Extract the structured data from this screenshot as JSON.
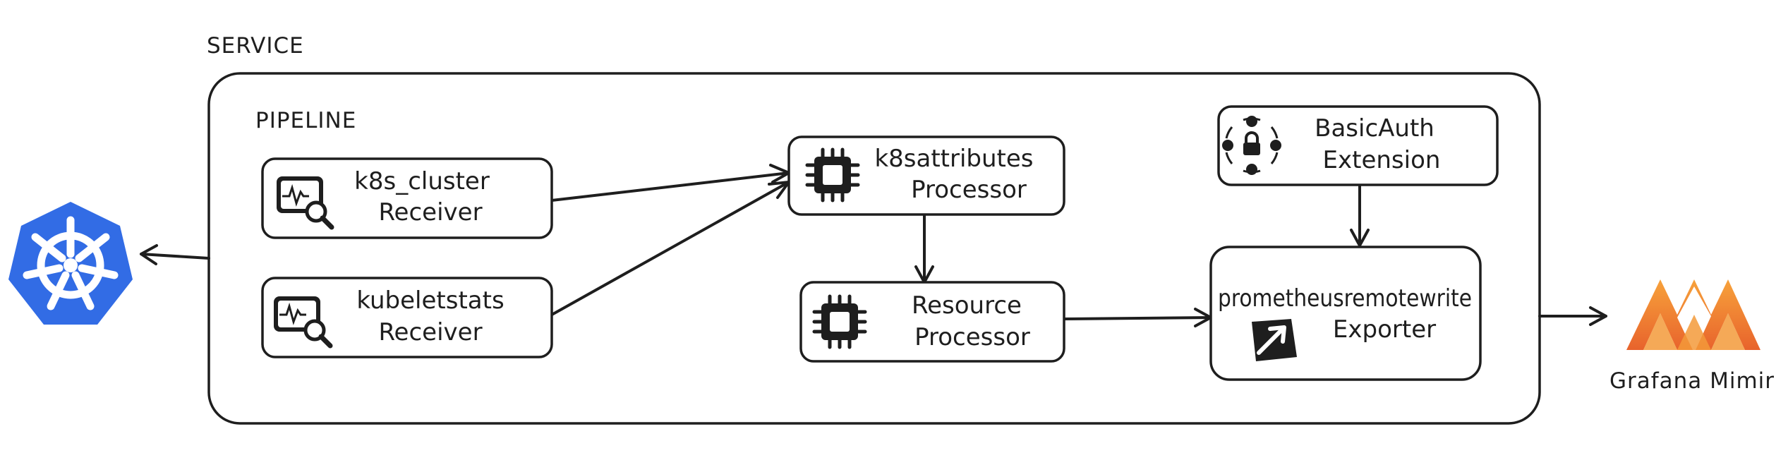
{
  "service": {
    "label": "SERVICE"
  },
  "pipeline": {
    "label": "PIPELINE"
  },
  "nodes": {
    "k8s_cluster": {
      "line1": "k8s_cluster",
      "line2": "Receiver",
      "icon": "monitor-magnifier-icon"
    },
    "kubeletstats": {
      "line1": "kubeletstats",
      "line2": "Receiver",
      "icon": "monitor-magnifier-icon"
    },
    "k8sattributes": {
      "line1": "k8sattributes",
      "line2": "Processor",
      "icon": "cpu-chip-icon"
    },
    "resource": {
      "line1": "Resource",
      "line2": "Processor",
      "icon": "cpu-chip-icon"
    },
    "basicauth": {
      "line1": "BasicAuth",
      "line2": "Extension",
      "icon": "lock-network-icon"
    },
    "prometheusremotewrite": {
      "line1": "prometheusremotewrite",
      "line2": "Exporter",
      "icon": "export-arrow-icon"
    }
  },
  "external": {
    "kubernetes": {
      "icon": "kubernetes-helm-icon",
      "color": "#326ce5"
    },
    "grafana_mimir": {
      "label": "Grafana Mimir",
      "icon": "grafana-mimir-logo",
      "colors": [
        "#f7a23b",
        "#e8632c"
      ]
    }
  }
}
